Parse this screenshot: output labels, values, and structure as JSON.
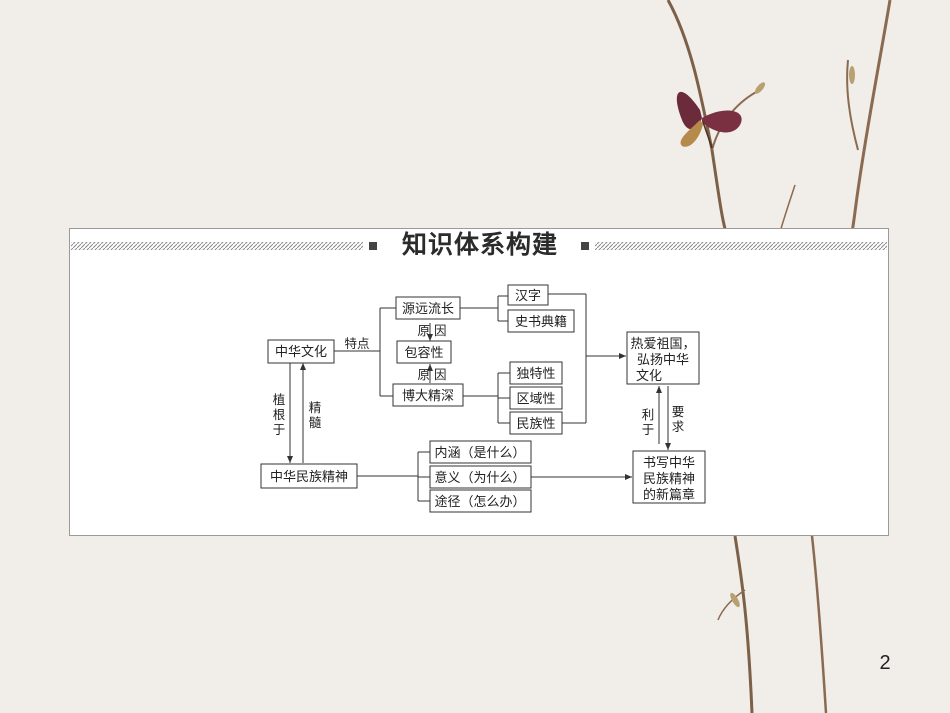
{
  "title": "知识体系构建",
  "page_number": "2",
  "nodes": {
    "zhonghua_wenhua": "中华文化",
    "yuanyuan_liuchang": "源远流长",
    "baorongxing": "包容性",
    "boda_jingshen": "博大精深",
    "hanzi": "汉字",
    "shishu_dianji": "史书典籍",
    "dutexing": "独特性",
    "quyuxing": "区域性",
    "minzuxing": "民族性",
    "reai_zuguo": [
      "热爱祖国，",
      "弘扬中华",
      "文化"
    ],
    "zhonghua_minzu_jingshen": "中华民族精神",
    "neihan": "内涵（是什么）",
    "yiyi": "意义（为什么）",
    "tujing": "途径（怎么办）",
    "shuxie": [
      "书写中华",
      "民族精神",
      "的新篇章"
    ]
  },
  "labels": {
    "tedian": "特点",
    "yuanyin_1": "原 因",
    "yuanyin_2": "原 因",
    "zhigen_yu": [
      "植",
      "根",
      "于"
    ],
    "jingsui": [
      "精",
      "髓"
    ],
    "liyu": [
      "利",
      "于"
    ],
    "yaoqiu": [
      "要",
      "求"
    ]
  }
}
